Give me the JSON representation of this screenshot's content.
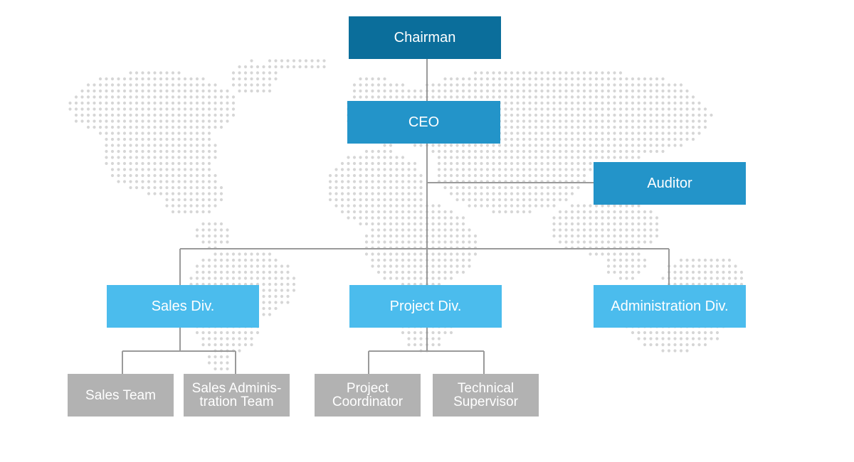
{
  "org_chart": {
    "chairman": "Chairman",
    "ceo": "CEO",
    "auditor": "Auditor",
    "divisions": {
      "sales": "Sales Div.",
      "project": "Project Div.",
      "administration": "Administration Div."
    },
    "teams": {
      "sales_team": "Sales Team",
      "sales_admin_team": "Sales Adminis-tration Team",
      "project_coordinator": "Project Coordinator",
      "technical_supervisor": "Technical Supervisor"
    }
  },
  "colors": {
    "chairman": "#0b6e9b",
    "executive": "#2394c9",
    "division": "#4bbced",
    "team": "#b2b2b2",
    "connector": "#9a9a9a",
    "map_dots": "#d6d6d6"
  }
}
